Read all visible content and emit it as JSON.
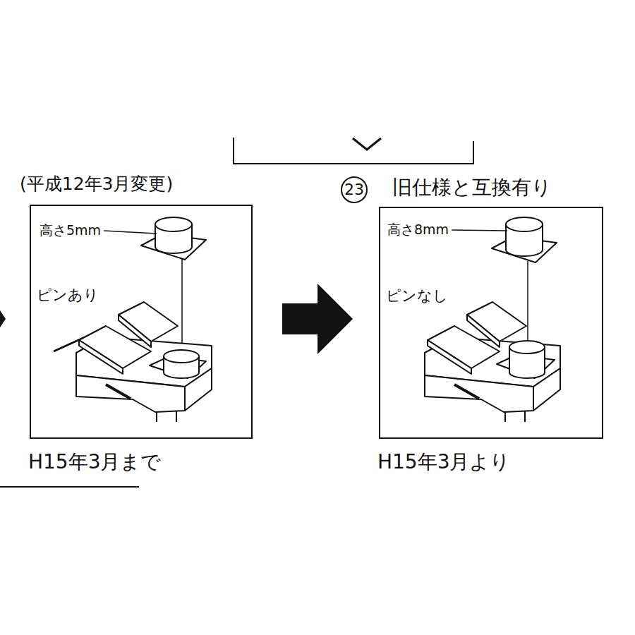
{
  "diagram": {
    "nodes": [
      {
        "text": [
          "高さ5mm",
          "ピンあり"
        ]
      },
      {
        "text": [
          "高さ8mm",
          "ピンなし"
        ]
      }
    ],
    "edges": [
      {
        "from": 0,
        "to": 1,
        "arrow": "to"
      }
    ],
    "labels": [
      "(平成12年3月変更)",
      "23",
      "旧仕様と互換有り",
      "H15年3月まで",
      "H15年3月より"
    ]
  }
}
